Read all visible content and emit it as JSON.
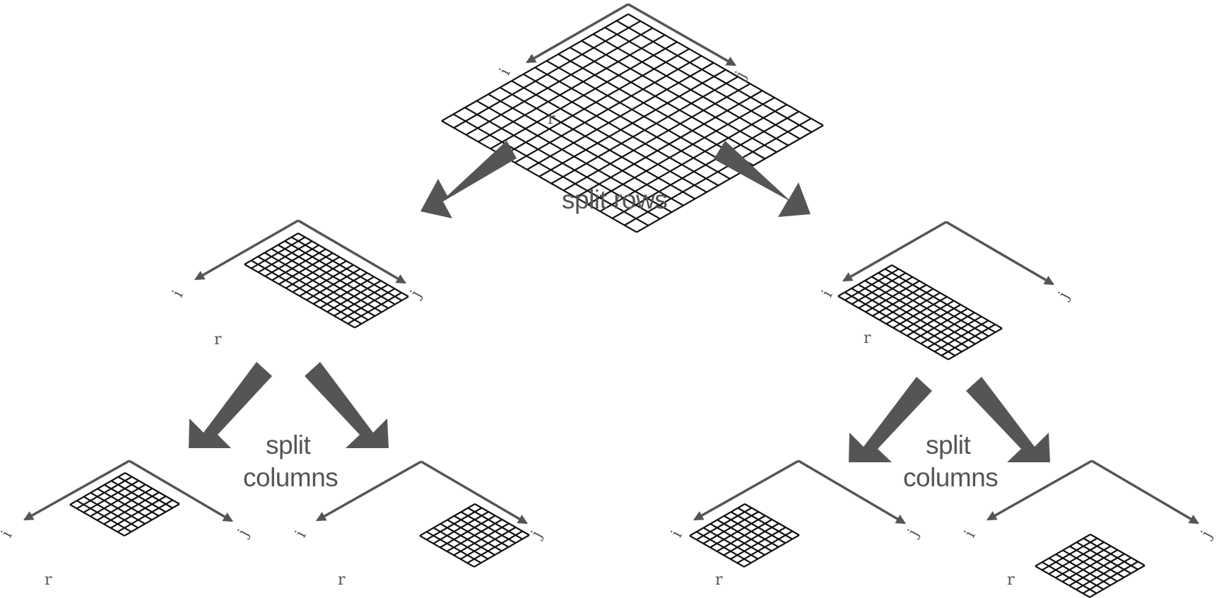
{
  "labels": {
    "split_rows": "split rows",
    "split_columns_1": "split",
    "split_columns_2": "columns",
    "axis_i": "i",
    "axis_j": "j",
    "axis_r": "r"
  },
  "colors": {
    "arrow": "#555555",
    "grid": "#111111",
    "text": "#555555"
  },
  "tree": {
    "root": {
      "rows": 16,
      "cols": 16
    },
    "level1": [
      {
        "rows": 8,
        "cols": 16
      },
      {
        "rows": 8,
        "cols": 16
      }
    ],
    "level2": [
      {
        "rows": 8,
        "cols": 8
      },
      {
        "rows": 8,
        "cols": 8
      },
      {
        "rows": 8,
        "cols": 8
      },
      {
        "rows": 8,
        "cols": 8
      }
    ]
  }
}
